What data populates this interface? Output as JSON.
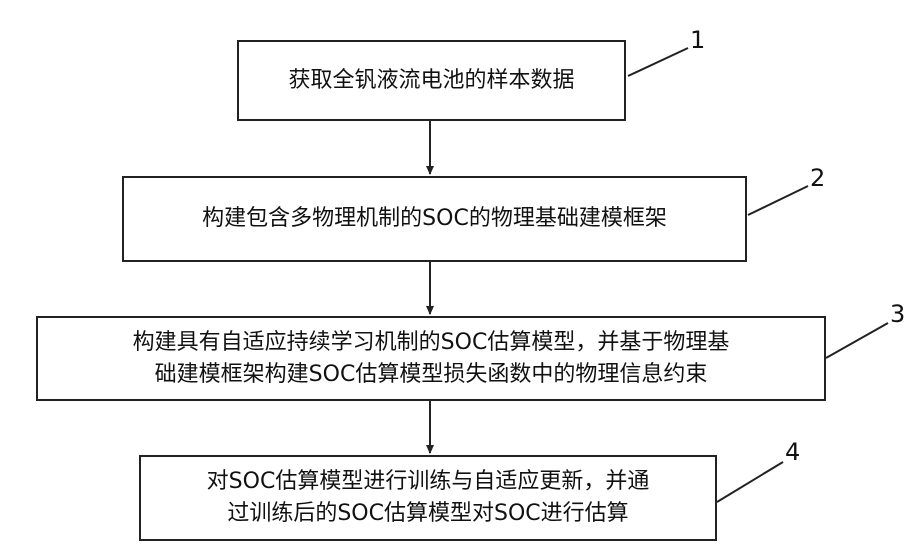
{
  "steps": [
    {
      "number": "1",
      "text": "获取全钒液流电池的样本数据"
    },
    {
      "number": "2",
      "text": "构建包含多物理机制的SOC的物理基础建模框架"
    },
    {
      "number": "3",
      "line1": "构建具有自适应持续学习机制的SOC估算模型，并基于物理基",
      "line2": "础建模框架构建SOC估算模型损失函数中的物理信息约束"
    },
    {
      "number": "4",
      "line1": "对SOC估算模型进行训练与自适应更新，并通",
      "line2": "过训练后的SOC估算模型对SOC进行估算"
    }
  ]
}
